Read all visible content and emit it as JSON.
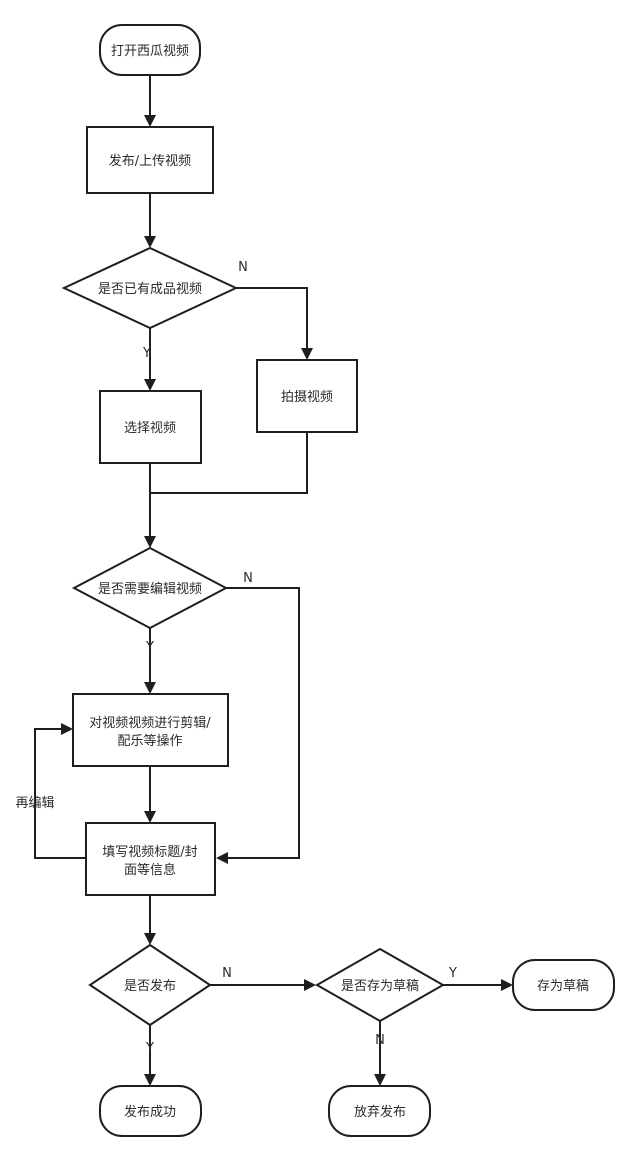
{
  "nodes": {
    "open": "打开西瓜视频",
    "publish_upload": "发布/上传视频",
    "has_video": "是否已有成品视频",
    "shoot": "拍摄视频",
    "select": "选择视频",
    "need_edit": "是否需要编辑视频",
    "edit_line1": "对视频视频进行剪辑/",
    "edit_line2": "配乐等操作",
    "fill_line1": "填写视频标题/封",
    "fill_line2": "面等信息",
    "publish_q": "是否发布",
    "save_draft_q": "是否存为草稿",
    "save_draft": "存为草稿",
    "publish_ok": "发布成功",
    "abandon": "放弃发布"
  },
  "edges": {
    "has_video_no": "N",
    "has_video_yes": "Y",
    "need_edit_no": "N",
    "need_edit_yes": "Y",
    "re_edit": "再编辑",
    "publish_no": "N",
    "publish_yes": "Y",
    "draft_yes": "Y",
    "draft_no": "N"
  }
}
